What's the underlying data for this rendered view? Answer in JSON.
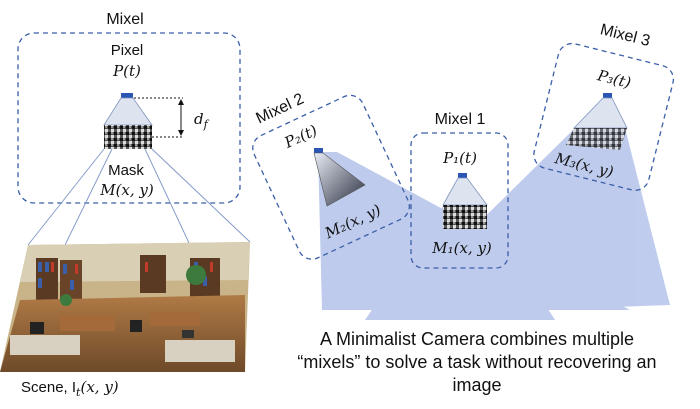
{
  "mixel_main": {
    "title": "Mixel",
    "pixel_label": "Pixel",
    "pixel_formula": "P(t)",
    "mask_label": "Mask",
    "mask_formula": "M(x, y)",
    "distance_label": "d",
    "distance_subscript": "f"
  },
  "mixels": [
    {
      "title": "Mixel 1",
      "pixel_formula": "P₁(t)",
      "mask_formula": "M₁(x, y)"
    },
    {
      "title": "Mixel 2",
      "pixel_formula": "P₂(t)",
      "mask_formula": "M₂(x, y)"
    },
    {
      "title": "Mixel 3",
      "pixel_formula": "P₃(t)",
      "mask_formula": "M₃(x, y)"
    }
  ],
  "scene_caption": "Scene, I",
  "scene_caption_sub": "t",
  "scene_caption_args": "(x, y)",
  "description_lines": [
    "A Minimalist Camera combines multiple",
    "“mixels” to solve a task without recovering an",
    "image"
  ],
  "colors": {
    "dash": "#3a5fa8",
    "pixel": "#2b55b5",
    "cone": "#3d63c9"
  }
}
